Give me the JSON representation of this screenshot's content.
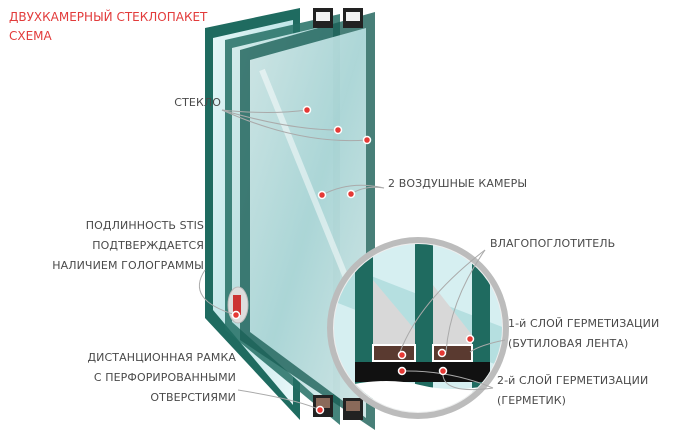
{
  "title": {
    "line1": "ДВУХКАМЕРНЫЙ СТЕКЛОПАКЕТ",
    "line2": "СХЕМА"
  },
  "labels": {
    "glass": "СТЕКЛО",
    "air_chambers": "2 ВОЗДУШНЫЕ КАМЕРЫ",
    "authenticity": [
      "ПОДЛИННОСТЬ STIS",
      "ПОДТВЕРЖДАЕТСЯ",
      "НАЛИЧИЕМ ГОЛОГРАММЫ"
    ],
    "desiccant": "ВЛАГОПОГЛОТИТЕЛЬ",
    "seal1": [
      "1-й СЛОЙ ГЕРМЕТИЗАЦИИ",
      "(БУТИЛОВАЯ ЛЕНТА)"
    ],
    "seal2": [
      "2-й СЛОЙ ГЕРМЕТИЗАЦИИ",
      "(ГЕРМЕТИК)"
    ],
    "spacer": [
      "ДИСТАНЦИОННАЯ РАМКА",
      "С ПЕРФОРИРОВАННЫМИ",
      "ОТВЕРСТИЯМИ"
    ]
  },
  "colors": {
    "title": "#e23b3b",
    "frame": "#1f6b60",
    "glass": "#cfeff0",
    "marker": "#e53935"
  }
}
